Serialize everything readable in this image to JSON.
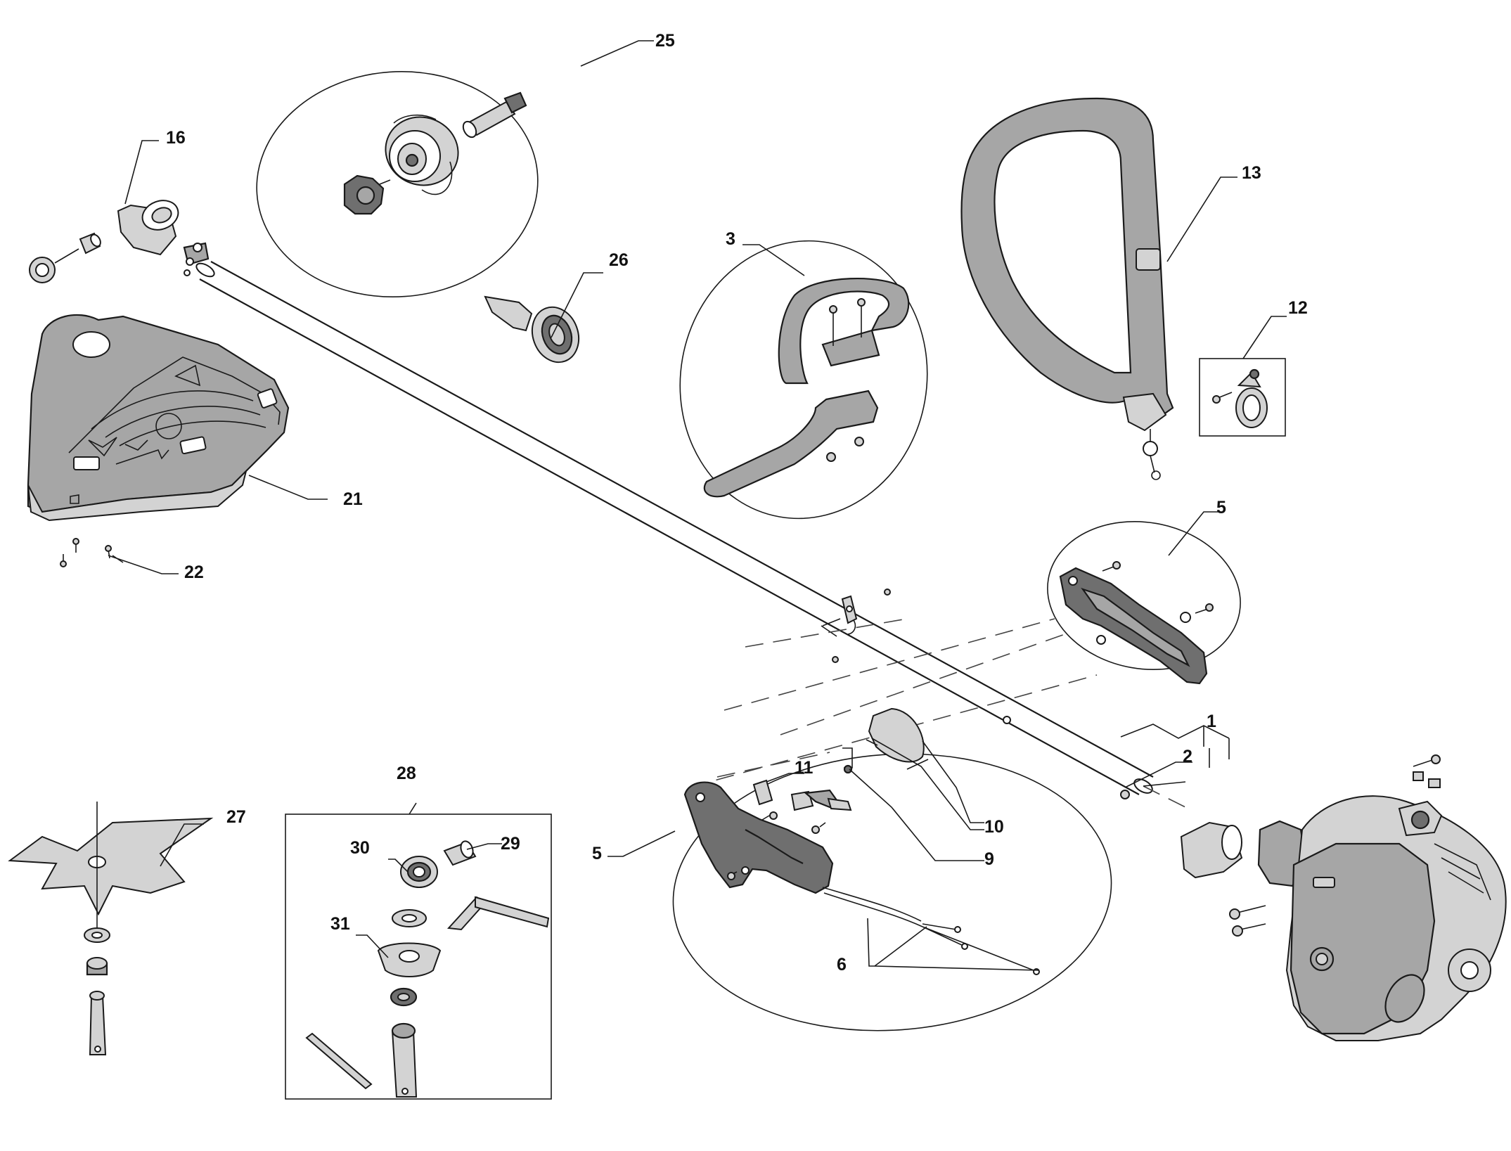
{
  "diagram": {
    "callouts": [
      "1",
      "2",
      "3",
      "5",
      "5",
      "6",
      "9",
      "10",
      "11",
      "12",
      "13",
      "16",
      "21",
      "22",
      "25",
      "26",
      "27",
      "28",
      "29",
      "30",
      "31"
    ],
    "icon_names": [
      "trimmer-head-icon",
      "strap-icon",
      "handle-icon",
      "engine-icon",
      "blade-icon",
      "guard-icon",
      "tool-kit-icon"
    ],
    "colors": {
      "line": "#1a1a1a",
      "part_fill": "#a6a6a6",
      "dark_fill": "#6f6f6f",
      "background": "#ffffff"
    }
  }
}
